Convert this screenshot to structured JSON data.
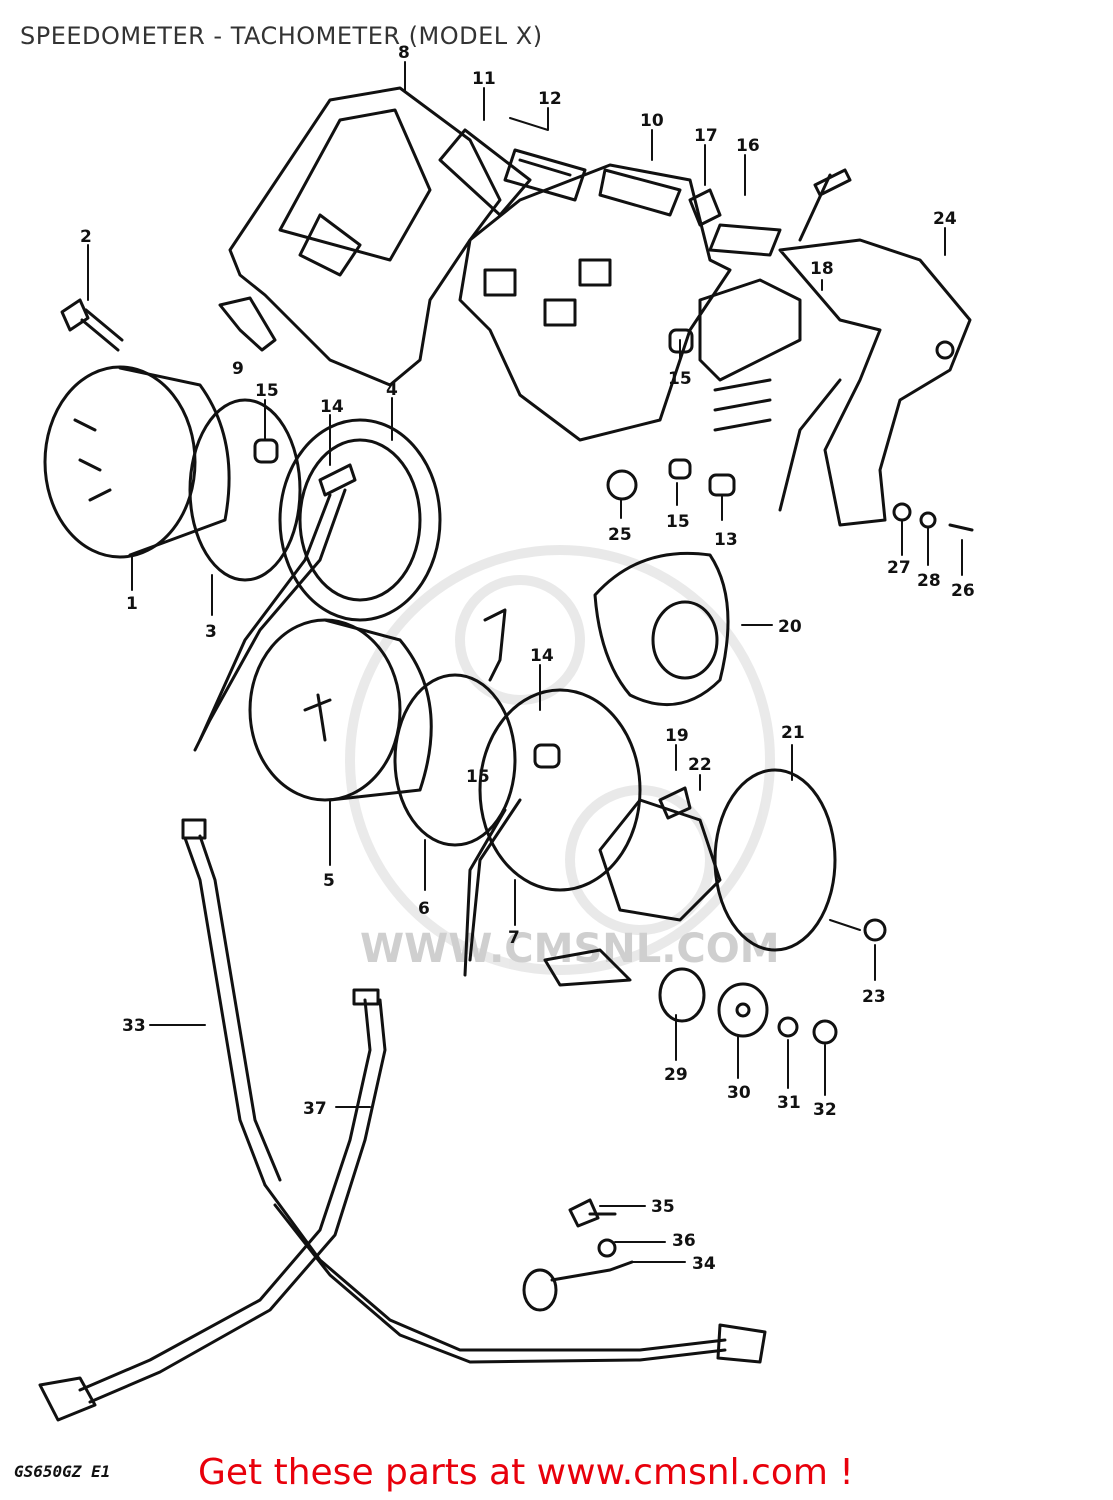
{
  "header": {
    "title": "SPEEDOMETER - TACHOMETER (MODEL X)"
  },
  "diagram": {
    "callouts": [
      "1",
      "2",
      "3",
      "4",
      "5",
      "6",
      "7",
      "8",
      "9",
      "10",
      "11",
      "12",
      "13",
      "14",
      "14",
      "15",
      "15",
      "15",
      "15",
      "16",
      "17",
      "18",
      "19",
      "20",
      "21",
      "22",
      "23",
      "24",
      "25",
      "26",
      "27",
      "28",
      "29",
      "30",
      "31",
      "32",
      "33",
      "34",
      "35",
      "36",
      "37"
    ],
    "watermark": "www.cmsnl.com"
  },
  "footer": {
    "diagram_code": "GS650GZ E1",
    "cta": "Get these parts at www.cmsnl.com !",
    "cta_color": "#e8000b"
  }
}
